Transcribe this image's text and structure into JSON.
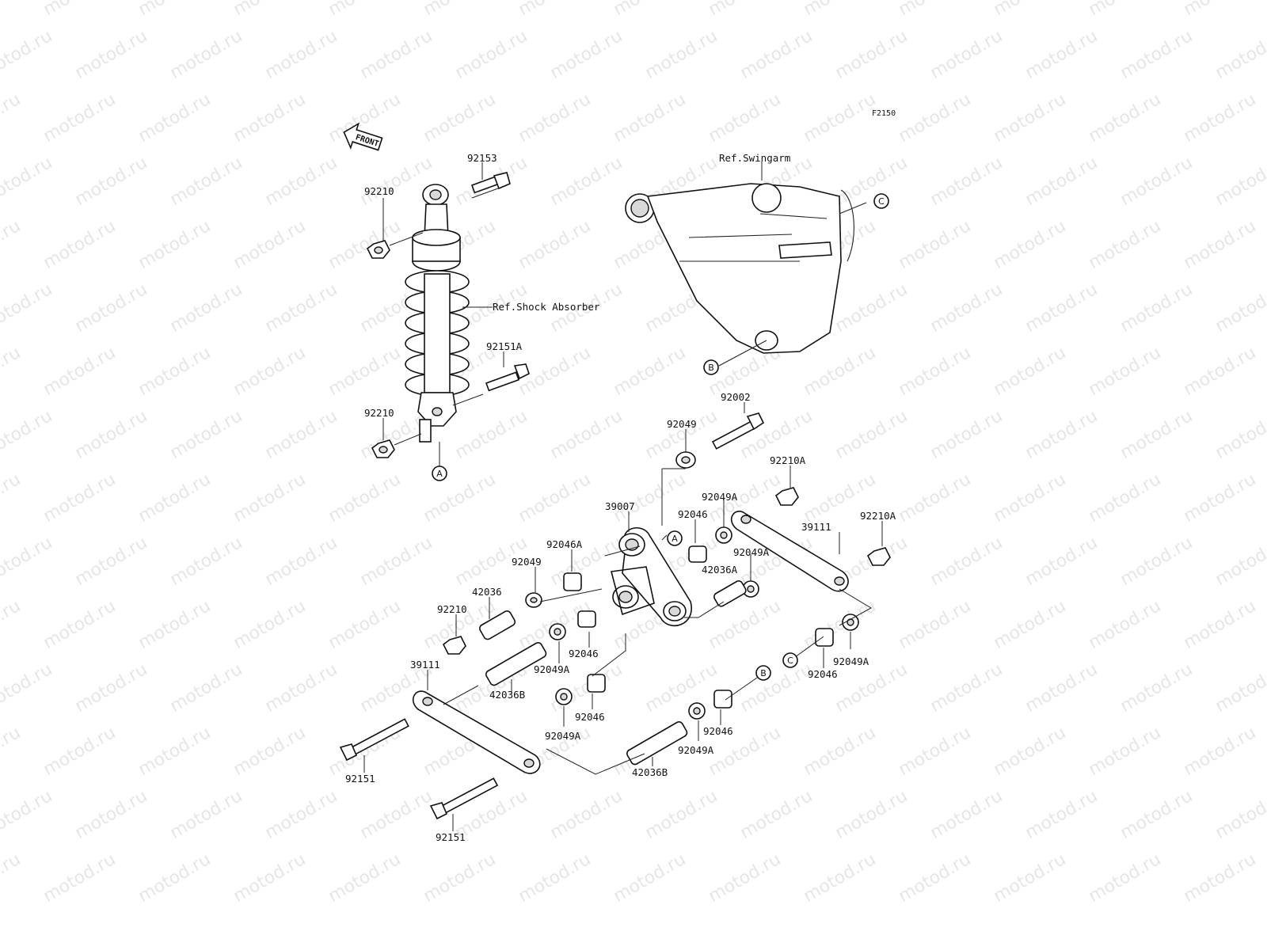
{
  "diagram_code": "F2150",
  "front_indicator": "FRONT",
  "watermark_text": "motod.ru",
  "references": {
    "swingarm": "Ref.Swingarm",
    "shock_absorber": "Ref.Shock Absorber"
  },
  "connector_markers": [
    "A",
    "B",
    "C"
  ],
  "part_labels": [
    {
      "id": "p92153",
      "text": "92153"
    },
    {
      "id": "p92210_top",
      "text": "92210"
    },
    {
      "id": "p92151A",
      "text": "92151A"
    },
    {
      "id": "p92210_mid",
      "text": "92210"
    },
    {
      "id": "p92002",
      "text": "92002"
    },
    {
      "id": "p92049_top",
      "text": "92049"
    },
    {
      "id": "p92210A_top",
      "text": "92210A"
    },
    {
      "id": "p92049A_top",
      "text": "92049A"
    },
    {
      "id": "p92046_top",
      "text": "92046"
    },
    {
      "id": "p39007",
      "text": "39007"
    },
    {
      "id": "p39111_right",
      "text": "39111"
    },
    {
      "id": "p92210A_right",
      "text": "92210A"
    },
    {
      "id": "p92046A",
      "text": "92046A"
    },
    {
      "id": "p92049A_mid",
      "text": "92049A"
    },
    {
      "id": "p92049_mid",
      "text": "92049"
    },
    {
      "id": "p42036A",
      "text": "42036A"
    },
    {
      "id": "p42036",
      "text": "42036"
    },
    {
      "id": "p92210_low",
      "text": "92210"
    },
    {
      "id": "p92046_mid",
      "text": "92046"
    },
    {
      "id": "p92049A_low1",
      "text": "92049A"
    },
    {
      "id": "p92049A_right",
      "text": "92049A"
    },
    {
      "id": "p92046_right",
      "text": "92046"
    },
    {
      "id": "p39111_left",
      "text": "39111"
    },
    {
      "id": "p42036B_top",
      "text": "42036B"
    },
    {
      "id": "p92046_low",
      "text": "92046"
    },
    {
      "id": "p92049A_low2",
      "text": "92049A"
    },
    {
      "id": "p92046_bot",
      "text": "92046"
    },
    {
      "id": "p92049A_bot",
      "text": "92049A"
    },
    {
      "id": "p92151_top",
      "text": "92151"
    },
    {
      "id": "p42036B_bot",
      "text": "42036B"
    },
    {
      "id": "p92151_bot",
      "text": "92151"
    }
  ]
}
